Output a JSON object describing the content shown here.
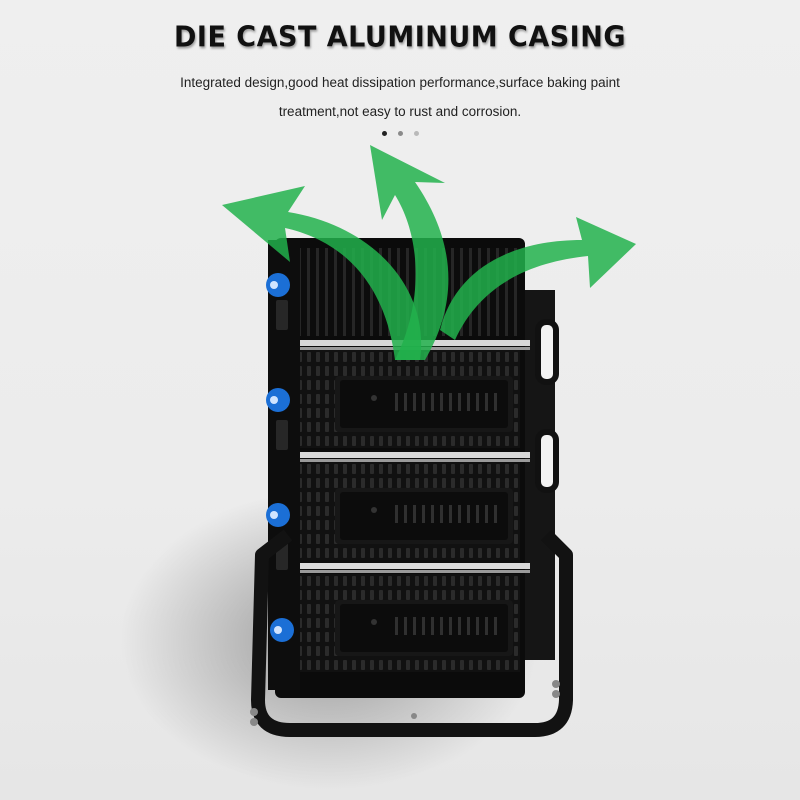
{
  "header": {
    "title": "DIE CAST ALUMINUM CASING",
    "description": "Integrated design,good heat dissipation performance,surface baking paint treatment,not easy to rust and corrosion."
  },
  "carousel": {
    "slide_count": 3,
    "active_index": 0
  },
  "image": {
    "subject": "die-cast aluminum floodlight housing with mounting bracket",
    "arrow_color": "#22b14c",
    "housing_color": "#111111",
    "screw_color": "#1b6fd6"
  }
}
